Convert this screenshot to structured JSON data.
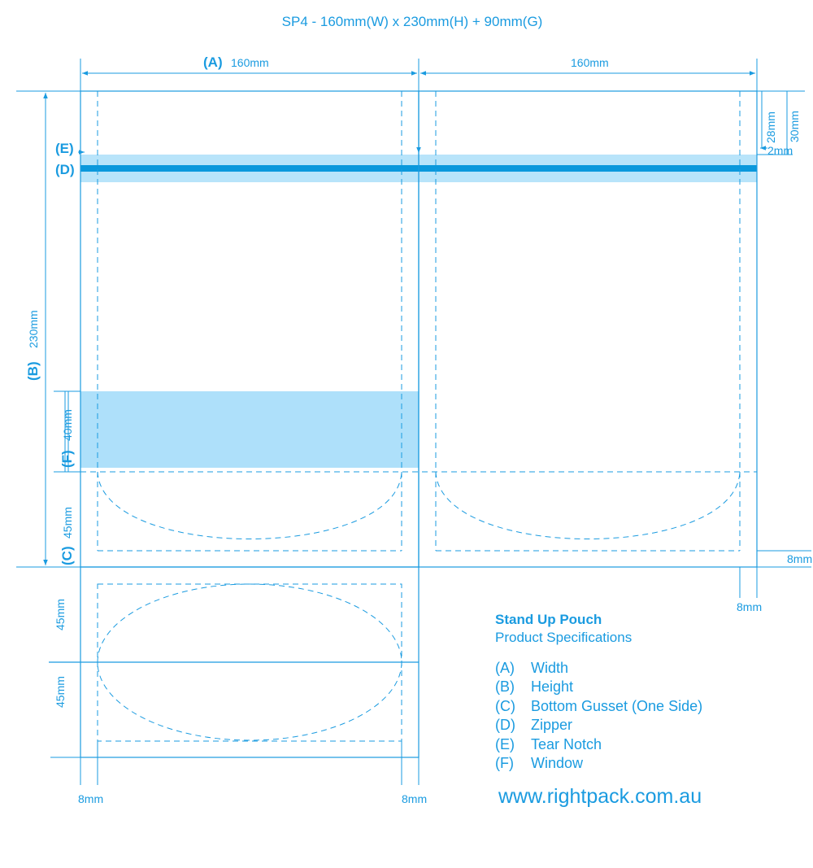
{
  "title": "SP4 - 160mm(W) x 230mm(H) + 90mm(G)",
  "colors": {
    "outline": "#1a9be0",
    "zipper": "#0a98dc",
    "zipper_band": "#b8e4fa",
    "window_fill": "#aee0fa",
    "text": "#1a9be0"
  },
  "dimensions": {
    "width_front_tag": "(A)",
    "width_front": "160mm",
    "width_back": "160mm",
    "height_tag": "(B)",
    "height": "230mm",
    "gusset_tag": "(C)",
    "gusset": "45mm",
    "zipper_tag": "(D)",
    "tear_notch_tag": "(E)",
    "window_tag": "(F)",
    "window": "40mm",
    "top_total": "30mm",
    "top_to_zipper": "28mm",
    "notch_gap": "2mm",
    "seal_right": "8mm",
    "seal_bottom_right": "8mm",
    "base_top": "45mm",
    "base_bottom": "45mm",
    "seal_base_left": "8mm",
    "seal_base_right": "8mm"
  },
  "legend": {
    "heading": "Stand Up Pouch",
    "subheading": "Product Specifications",
    "items": [
      {
        "key": "(A)",
        "label": "Width"
      },
      {
        "key": "(B)",
        "label": "Height"
      },
      {
        "key": "(C)",
        "label": "Bottom Gusset (One Side)"
      },
      {
        "key": "(D)",
        "label": "Zipper"
      },
      {
        "key": "(E)",
        "label": "Tear Notch"
      },
      {
        "key": "(F)",
        "label": "Window"
      }
    ]
  },
  "website": "www.rightpack.com.au"
}
